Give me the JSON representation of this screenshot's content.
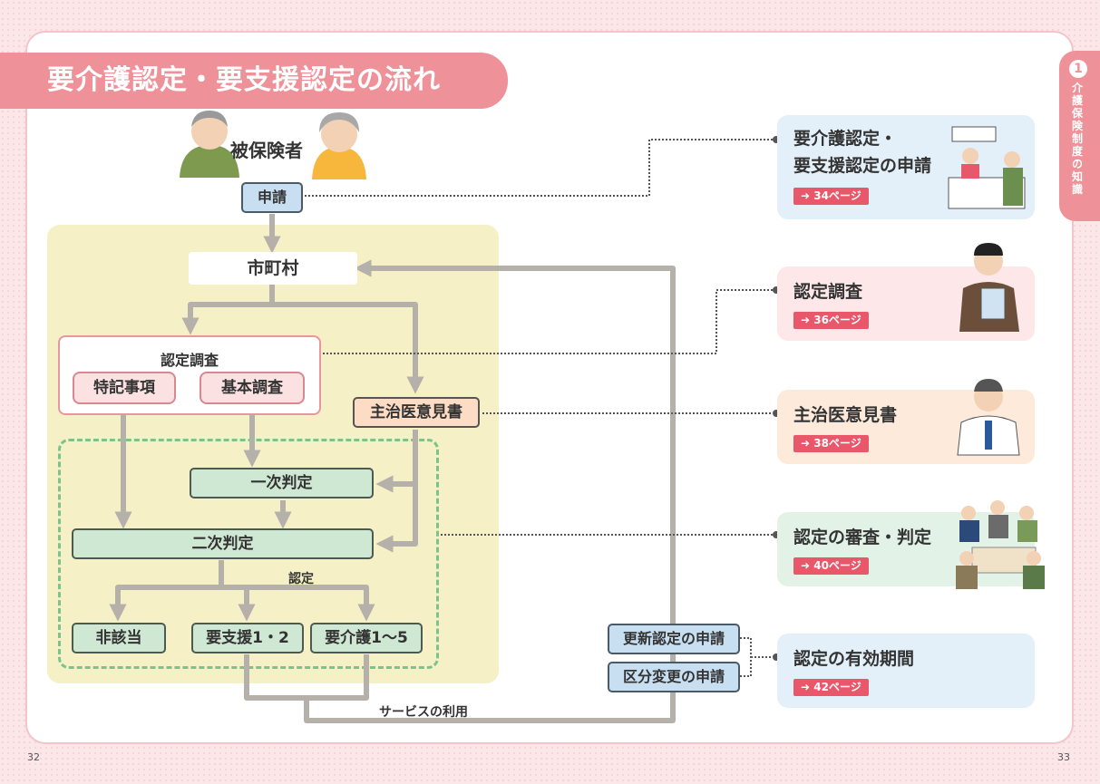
{
  "title": "要介護認定・要支援認定の流れ",
  "side_tab": {
    "number": "1",
    "text": "介護保険制度の知識"
  },
  "page_left": "32",
  "page_right": "33",
  "flow": {
    "insured": "被保険者",
    "apply": "申請",
    "municipality": "市町村",
    "survey_group": "認定調査",
    "special_items": "特記事項",
    "basic_survey": "基本調査",
    "doctor_opinion": "主治医意見書",
    "primary": "一次判定",
    "secondary": "二次判定",
    "certification": "認定",
    "not_applicable": "非該当",
    "support": "要支援1・2",
    "care": "要介護1～5",
    "renewal": "更新認定の申請",
    "change": "区分変更の申請",
    "service": "サービスの利用"
  },
  "panels": [
    {
      "title_line1": "要介護認定・",
      "title_line2": "要支援認定の申請",
      "page": "➜ 34ページ",
      "color": "#e4f0f9"
    },
    {
      "title_line1": "認定調査",
      "title_line2": "",
      "page": "➜ 36ページ",
      "color": "#fde7e8"
    },
    {
      "title_line1": "主治医意見書",
      "title_line2": "",
      "page": "➜ 38ページ",
      "color": "#fdeadb"
    },
    {
      "title_line1": "認定の審査・判定",
      "title_line2": "",
      "page": "➜ 40ページ",
      "color": "#e3f2e6"
    },
    {
      "title_line1": "認定の有効期間",
      "title_line2": "",
      "page": "➜ 42ページ",
      "color": "#e4f0f9"
    }
  ],
  "colors": {
    "accent": "#ef9199",
    "arrow": "#b5b1aa",
    "page_badge": "#e8576a"
  }
}
